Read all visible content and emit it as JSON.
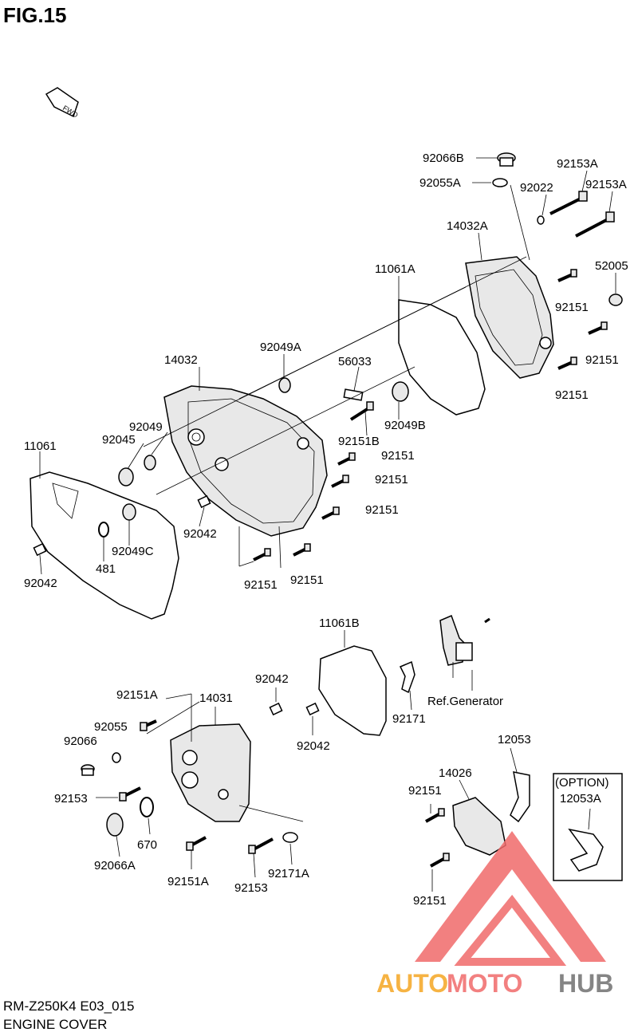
{
  "figure": {
    "title": "FIG.15",
    "direction_label": "FWD",
    "code": "RM-Z250K4 E03_015",
    "name": "ENGINE COVER"
  },
  "parts": {
    "p92066B": "92066B",
    "p92055A": "92055A",
    "p92153A_1": "92153A",
    "p92153A_2": "92153A",
    "p92022": "92022",
    "p14032A": "14032A",
    "p11061A": "11061A",
    "p52005": "52005",
    "p92151_a": "92151",
    "p92151_b": "92151",
    "p92151_c": "92151",
    "p14032": "14032",
    "p92049A": "92049A",
    "p56033": "56033",
    "p92049B": "92049B",
    "p92151B": "92151B",
    "p92049": "92049",
    "p92045": "92045",
    "p11061": "11061",
    "p92151_d": "92151",
    "p92151_e": "92151",
    "p92151_f": "92151",
    "p92042_a": "92042",
    "p92049C": "92049C",
    "p481": "481",
    "p92042_b": "92042",
    "p92151_g": "92151",
    "p92151_h": "92151",
    "p11061B": "11061B",
    "p92042_c": "92042",
    "p92151A_1": "92151A",
    "p14031": "14031",
    "p92055": "92055",
    "p92066": "92066",
    "p92042_d": "92042",
    "p92171": "92171",
    "ref_generator": "Ref.Generator",
    "p12053": "12053",
    "option": "(OPTION)",
    "p12053A": "12053A",
    "p14026": "14026",
    "p92151_i": "92151",
    "p92153_1": "92153",
    "p670": "670",
    "p92066A": "92066A",
    "p92151A_2": "92151A",
    "p92153_2": "92153",
    "p92171A": "92171A",
    "p92151_j": "92151"
  },
  "watermark": {
    "part1": "AUTO",
    "part2": "MOTO",
    "part3": "HUB",
    "colors": {
      "red": "#f06a6a",
      "orange": "#f5a623",
      "gray": "#707070"
    }
  }
}
